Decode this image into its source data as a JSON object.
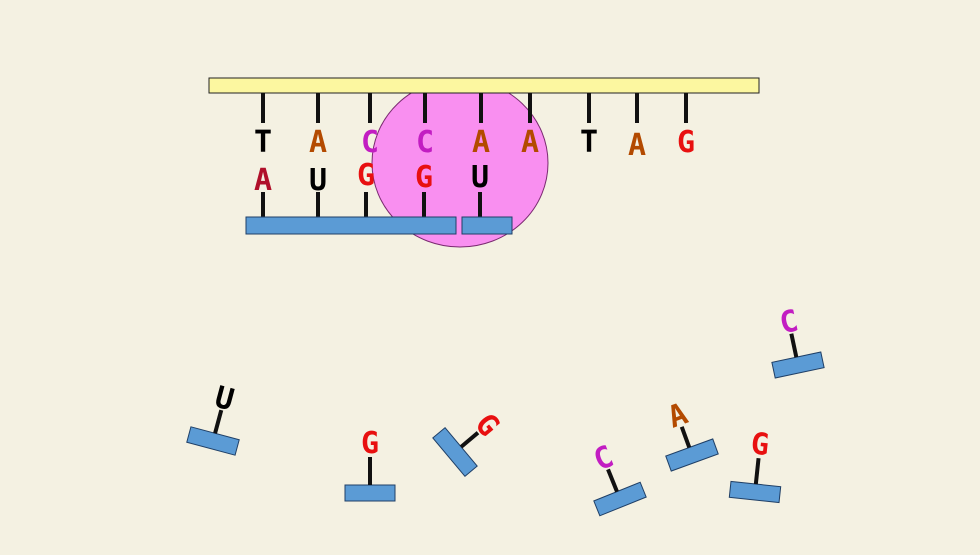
{
  "colors": {
    "background": "#f4f1e2",
    "dna_strand": "#fcf7a0",
    "enzyme": "#f98ff0",
    "rna_backbone": "#5b9bd5",
    "T": "#000000",
    "A": "#b34a00",
    "C": "#c21dc2",
    "G": "#e81010",
    "U": "#000000",
    "A_paired": "#b0102a"
  },
  "template_bases": [
    "T",
    "A",
    "C",
    "C",
    "A",
    "A",
    "T",
    "A",
    "G"
  ],
  "paired_bases": [
    "A",
    "U",
    "G",
    "G",
    "U"
  ],
  "free_nucleotides": [
    "U",
    "G",
    "G",
    "C",
    "A",
    "C",
    "G"
  ]
}
